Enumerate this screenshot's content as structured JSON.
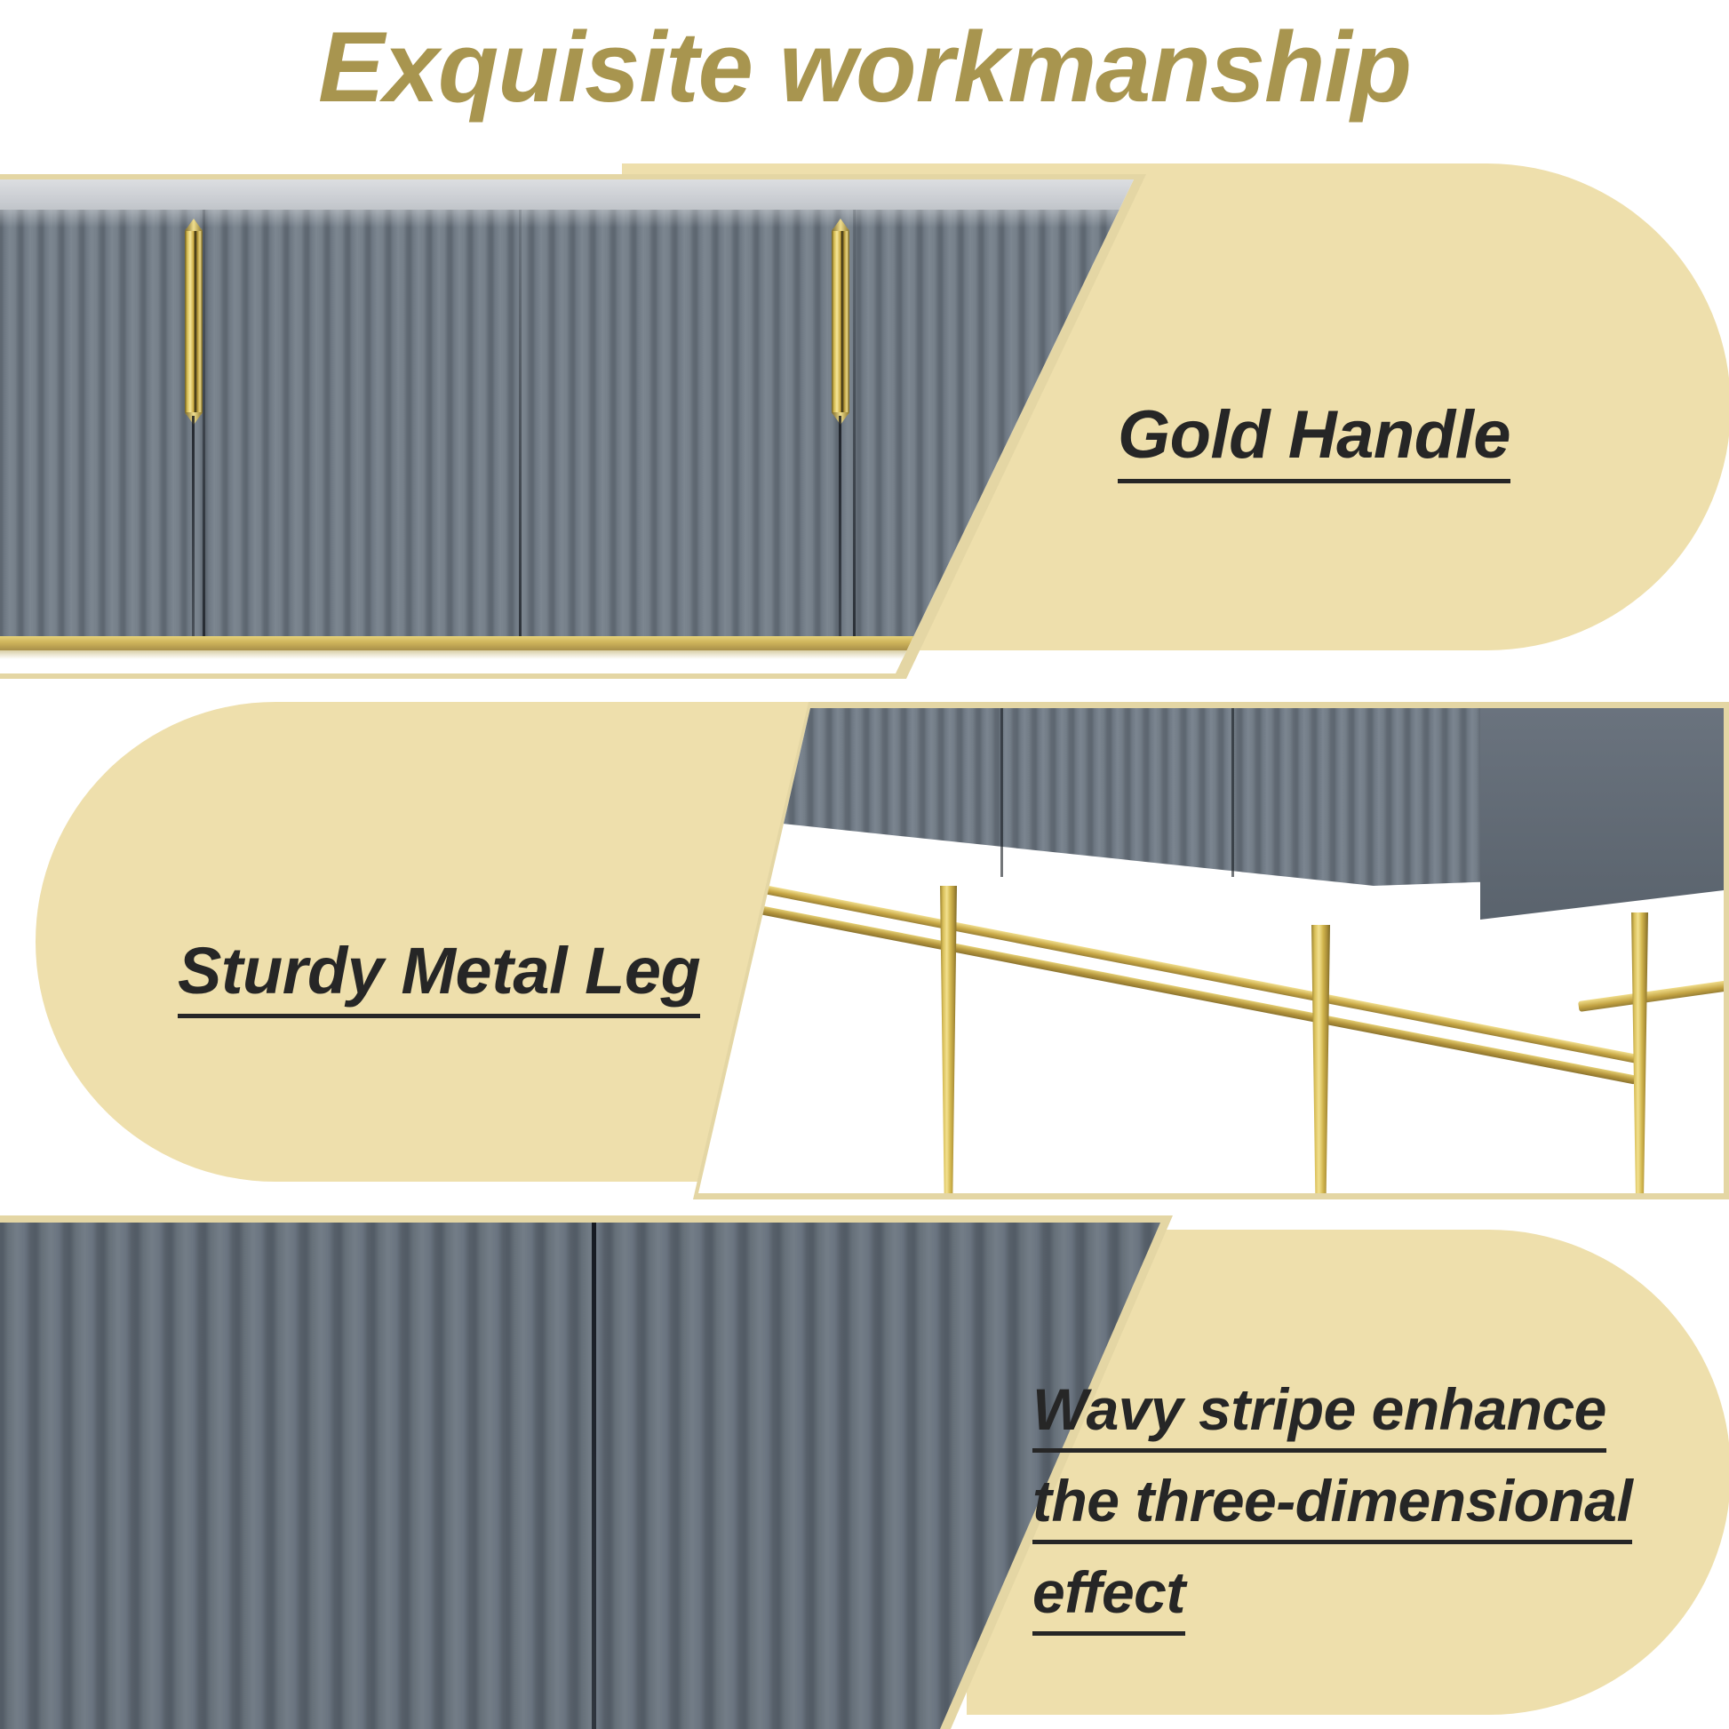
{
  "page": {
    "title": "Exquisite workmanship",
    "title_color": "#A8954F",
    "background_color": "#FFFFFF"
  },
  "theme": {
    "cream_panel": "#EEDFAC",
    "cream_rim": "#E4D6A4",
    "cabinet_gray": "#6E7883",
    "cabinet_gray_dark": "#535C66",
    "cabinet_top_surface": "#CBCED3",
    "gold_metal": "#D8BE58",
    "gold_metal_light": "#F2E08E",
    "label_text": "#262626"
  },
  "features": [
    {
      "id": "gold-handle",
      "label_lines": [
        "Gold Handle"
      ],
      "image_alt": "fluted gray cabinet doors with vertical gold bar handles",
      "panel_shape": "pill-right"
    },
    {
      "id": "sturdy-metal-leg",
      "label_lines": [
        "Sturdy Metal Leg"
      ],
      "image_alt": "gold tapered metal legs with support rails under gray cabinet",
      "panel_shape": "pill-left"
    },
    {
      "id": "wavy-stripe",
      "label_lines": [
        "Wavy stripe enhance",
        "the three-dimensional",
        "effect"
      ],
      "image_alt": "close-up of fluted wavy stripe cabinet door texture",
      "panel_shape": "pill-right"
    }
  ]
}
